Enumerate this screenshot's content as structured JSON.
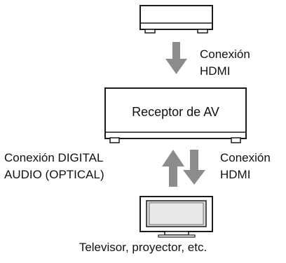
{
  "labels": {
    "top_connection": [
      "Conexión",
      "HDMI"
    ],
    "receiver": "Receptor de AV",
    "left_connection": [
      "Conexión DIGITAL",
      "AUDIO (OPTICAL)"
    ],
    "right_connection": [
      "Conexión",
      "HDMI"
    ],
    "tv_caption": "Televisor, proyector, etc."
  },
  "colors": {
    "arrow": "#8c8c8c",
    "stroke": "#1a1a1a",
    "tv_screen": "#d9d9d9"
  },
  "icons": {
    "source_device": "player-device-icon",
    "tv": "television-icon"
  }
}
